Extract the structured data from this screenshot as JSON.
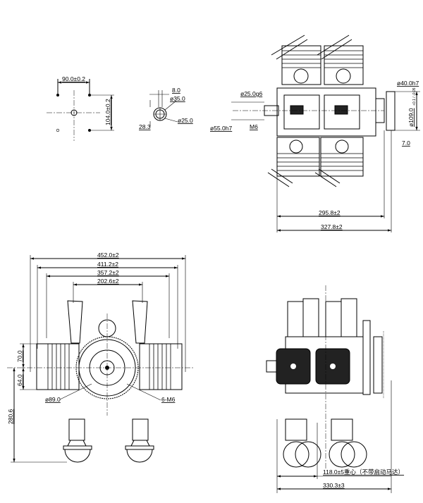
{
  "mount_pattern": {
    "width_dim": "90.0±0.2",
    "height_dim": "104.0±0.2"
  },
  "shaft_detail": {
    "key_width": "8.0",
    "outer_dia": "ø35.0",
    "shaft_dia": "ø25.0",
    "key_depth": "28.3"
  },
  "side_view": {
    "shaft_fit": "ø25.0g6",
    "spigot_fit": "ø55.0h7",
    "thread": "M6",
    "hub_fit": "ø40.0h7",
    "flange_dia": "ø109.0",
    "flange_tol": "+0.1 / -0.05",
    "flange_thickness": "7.0",
    "length_1": "295.8±2",
    "length_2": "327.8±2"
  },
  "front_view": {
    "width_1": "452.0±2",
    "width_2": "411.2±2",
    "width_3": "357.2±2",
    "width_4": "202.6±2",
    "upper_height": "70.0",
    "lower_height": "64.0",
    "total_height": "280.6",
    "pcd": "ø89.0",
    "bolt_spec": "6-M6"
  },
  "rear_view": {
    "cog_offset": "118.0±5重心（不带启动马达）",
    "overall_length": "330.3±3"
  }
}
